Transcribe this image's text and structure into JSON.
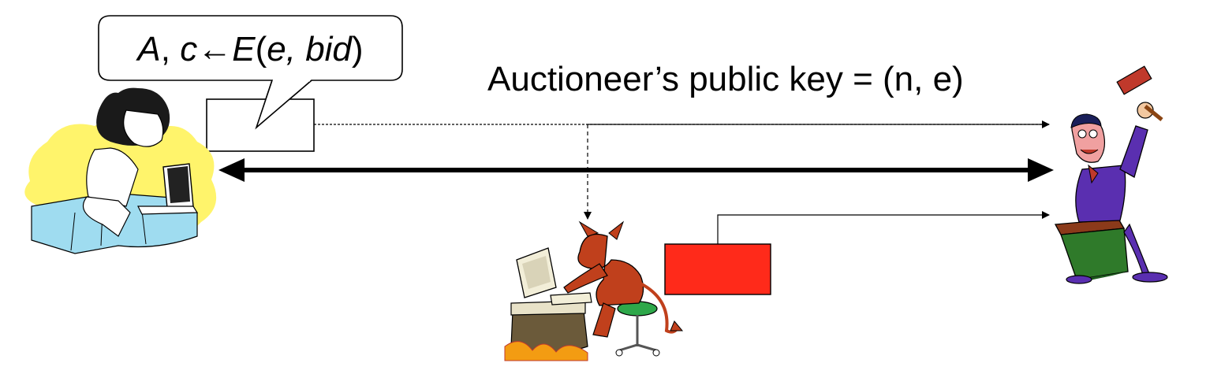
{
  "speech_bubble": {
    "party": "A",
    "separator": ", ",
    "ciphertext_var": "c",
    "arrow": "←",
    "function": "E",
    "open_paren": "(",
    "key_arg": "e",
    "arg_sep": ", ",
    "message_arg": "bid",
    "close_paren": ")"
  },
  "public_key_label": "Auctioneer’s public key = (n, e)",
  "icons": {
    "bidder": "girl-at-laptop-icon",
    "attacker": "devil-hacker-icon",
    "auctioneer": "auctioneer-with-gavel-icon"
  },
  "colors": {
    "tampered_message": "#ff2a1a",
    "bed": "#9fdcf0",
    "background_blob": "#fff46b",
    "devil": "#c0401c",
    "auctioneer_suit": "#5a2fb0",
    "podium": "#2f7a2a",
    "gavel": "#c0392b"
  }
}
